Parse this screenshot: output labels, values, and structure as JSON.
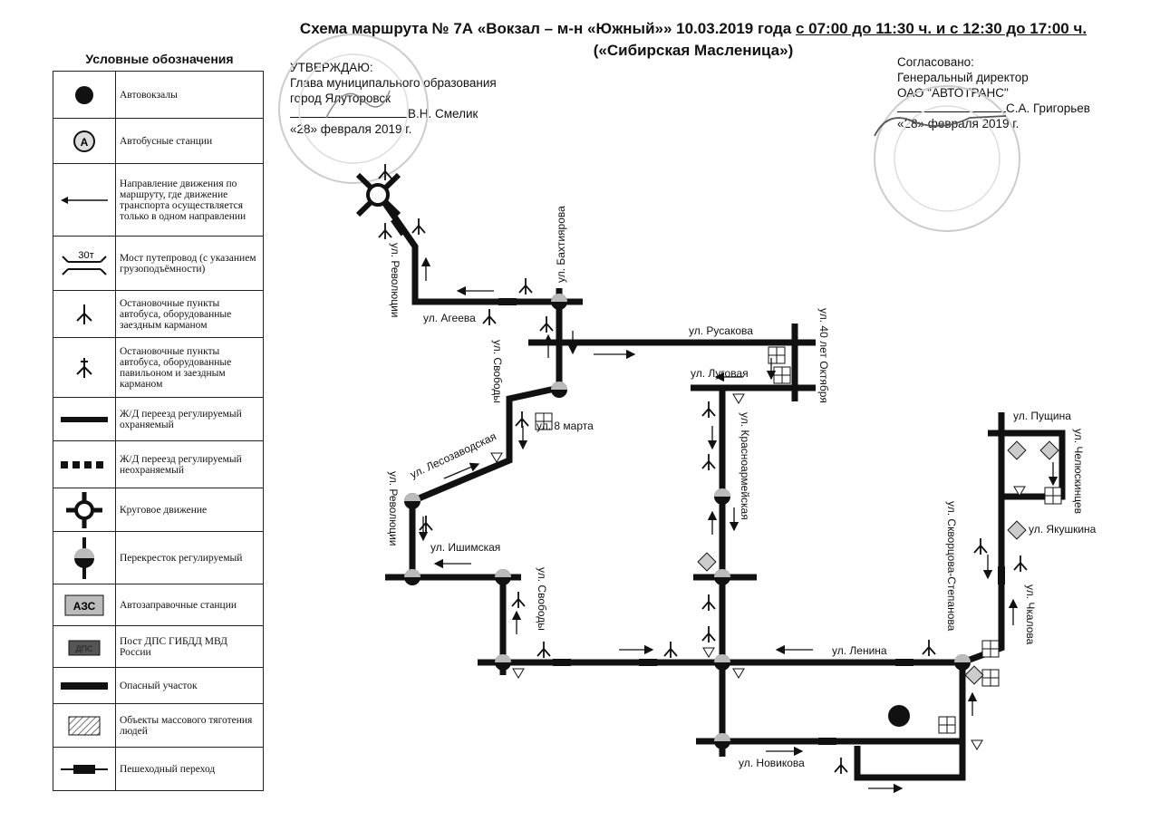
{
  "title": {
    "part1": "Схема маршрута № 7А «Вокзал – м-н «Южный»» 10.03.2019 года",
    "part2": "с 07:00 до 11:30 ч. и с 12:30 до 17:00 ч.",
    "part3": "(«Сибирская Масленица»)"
  },
  "legend": {
    "title": "Условные обозначения",
    "items": [
      {
        "icon": "bus-terminal-icon",
        "label": "Автовокзалы"
      },
      {
        "icon": "bus-station-icon",
        "label": "Автобусные станции",
        "symbol_text": "А"
      },
      {
        "icon": "one-way-arrow-icon",
        "label": "Направление движения по маршруту, где движение транспорта осуществляется только в одном направлении"
      },
      {
        "icon": "bridge-icon",
        "label": "Мост путепровод (с указанием грузоподъёмности)",
        "symbol_text": "30т"
      },
      {
        "icon": "bus-stop-pocket-icon",
        "label": "Остановочные пункты автобуса, оборудованные заездным карманом"
      },
      {
        "icon": "bus-stop-pavilion-icon",
        "label": "Остановочные пункты автобуса, оборудованные павильоном и заездным карманом"
      },
      {
        "icon": "railway-crossing-guarded-icon",
        "label": "Ж/Д переезд регулируемый охраняемый"
      },
      {
        "icon": "railway-crossing-unguarded-icon",
        "label": "Ж/Д переезд регулируемый неохраняемый"
      },
      {
        "icon": "roundabout-icon",
        "label": "Круговое движение"
      },
      {
        "icon": "traffic-light-intersection-icon",
        "label": "Перекресток регулируемый"
      },
      {
        "icon": "gas-station-icon",
        "label": "Автозаправочные станции",
        "symbol_text": "АЗС"
      },
      {
        "icon": "police-post-icon",
        "label": "Пост ДПС ГИБДД МВД России",
        "symbol_text": "ДПС"
      },
      {
        "icon": "dangerous-section-icon",
        "label": "Опасный участок"
      },
      {
        "icon": "crowd-objects-icon",
        "label": "Объекты массового тяготения людей"
      },
      {
        "icon": "pedestrian-crossing-icon",
        "label": "Пешеходный переход"
      }
    ]
  },
  "approve": {
    "heading": "УТВЕРЖДАЮ:",
    "line1": "Глава муниципального образования",
    "line2": "город Ялуторовск",
    "signer": "В.Н. Смелик",
    "date": "«28» февраля 2019 г."
  },
  "agree": {
    "heading": "Согласовано:",
    "line1": "Генеральный директор",
    "line2": "ОАО \"АВТОТРАНС\"",
    "signer": "С.А. Григорьев",
    "date": "«28» февраля 2019 г."
  },
  "streets": {
    "revolyutsii_top": "ул. Революции",
    "ageeva": "ул. Агеева",
    "bakhtiyarova": "ул. Бахтиярова",
    "rusakova": "ул. Русакова",
    "oktyabrya": "ул. 40 лет Октября",
    "lugovaya": "ул. Луговая",
    "svobody_top": "ул. Свободы",
    "marta": "ул. 8 марта",
    "lesozavodskaya": "ул. Лесозаводская",
    "revolyutsii_mid": "ул. Революции",
    "ishimskaya": "ул. Ишимская",
    "svobody_bottom": "ул. Свободы",
    "krasnoarmeyskaya": "ул. Красноармейская",
    "lenina": "ул. Ленина",
    "novikova": "ул. Новикова",
    "pushchina": "ул. Пущина",
    "chelyuskintsev": "ул. Челюскинцев",
    "yakushkina": "ул. Якушкина",
    "skvortsova": "ул. Скворцова-Степанова",
    "chkalova": "ул. Чкалова"
  },
  "colors": {
    "ink": "#111111",
    "station_fill": "#cfcfcf"
  }
}
